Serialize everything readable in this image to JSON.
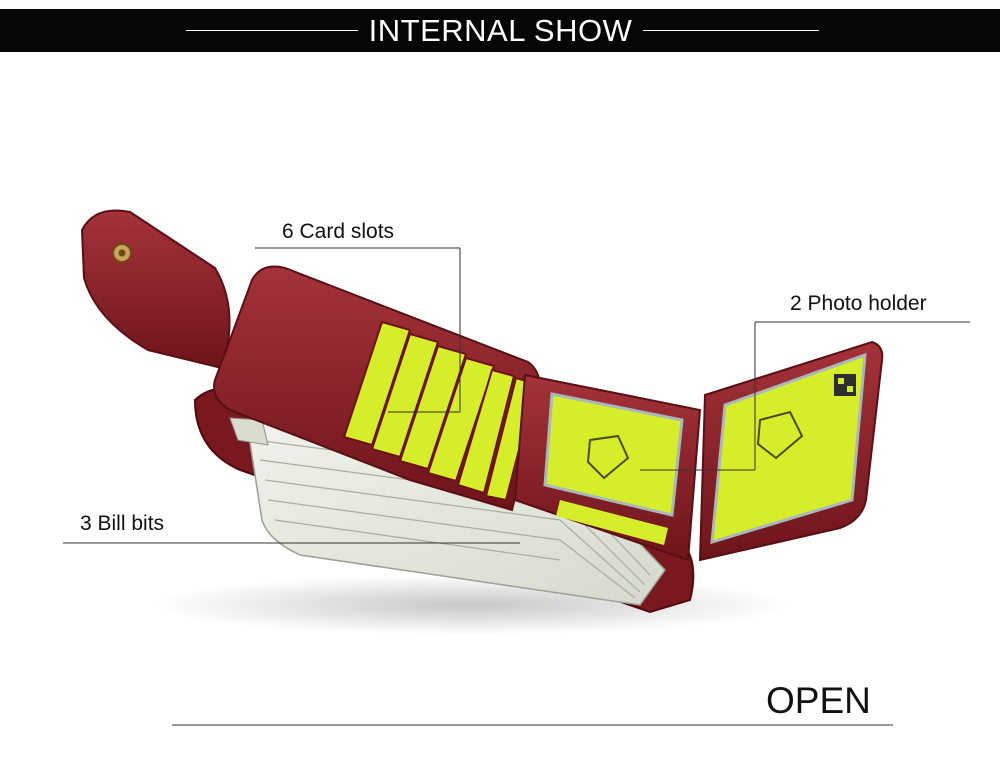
{
  "banner": {
    "title": "INTERNAL SHOW"
  },
  "callouts": {
    "card_slots": "6 Card  slots",
    "photo_holder": "2 Photo holder",
    "bill_bits": "3 Bill bits"
  },
  "footer": {
    "open_label": "OPEN"
  },
  "colors": {
    "banner_bg": "#060606",
    "leather": "#8c1f26",
    "card_insert": "#d6ee2a",
    "banknote": "#e7ebe2"
  },
  "icons": [
    "snap-button-icon",
    "wallet-illustration"
  ]
}
